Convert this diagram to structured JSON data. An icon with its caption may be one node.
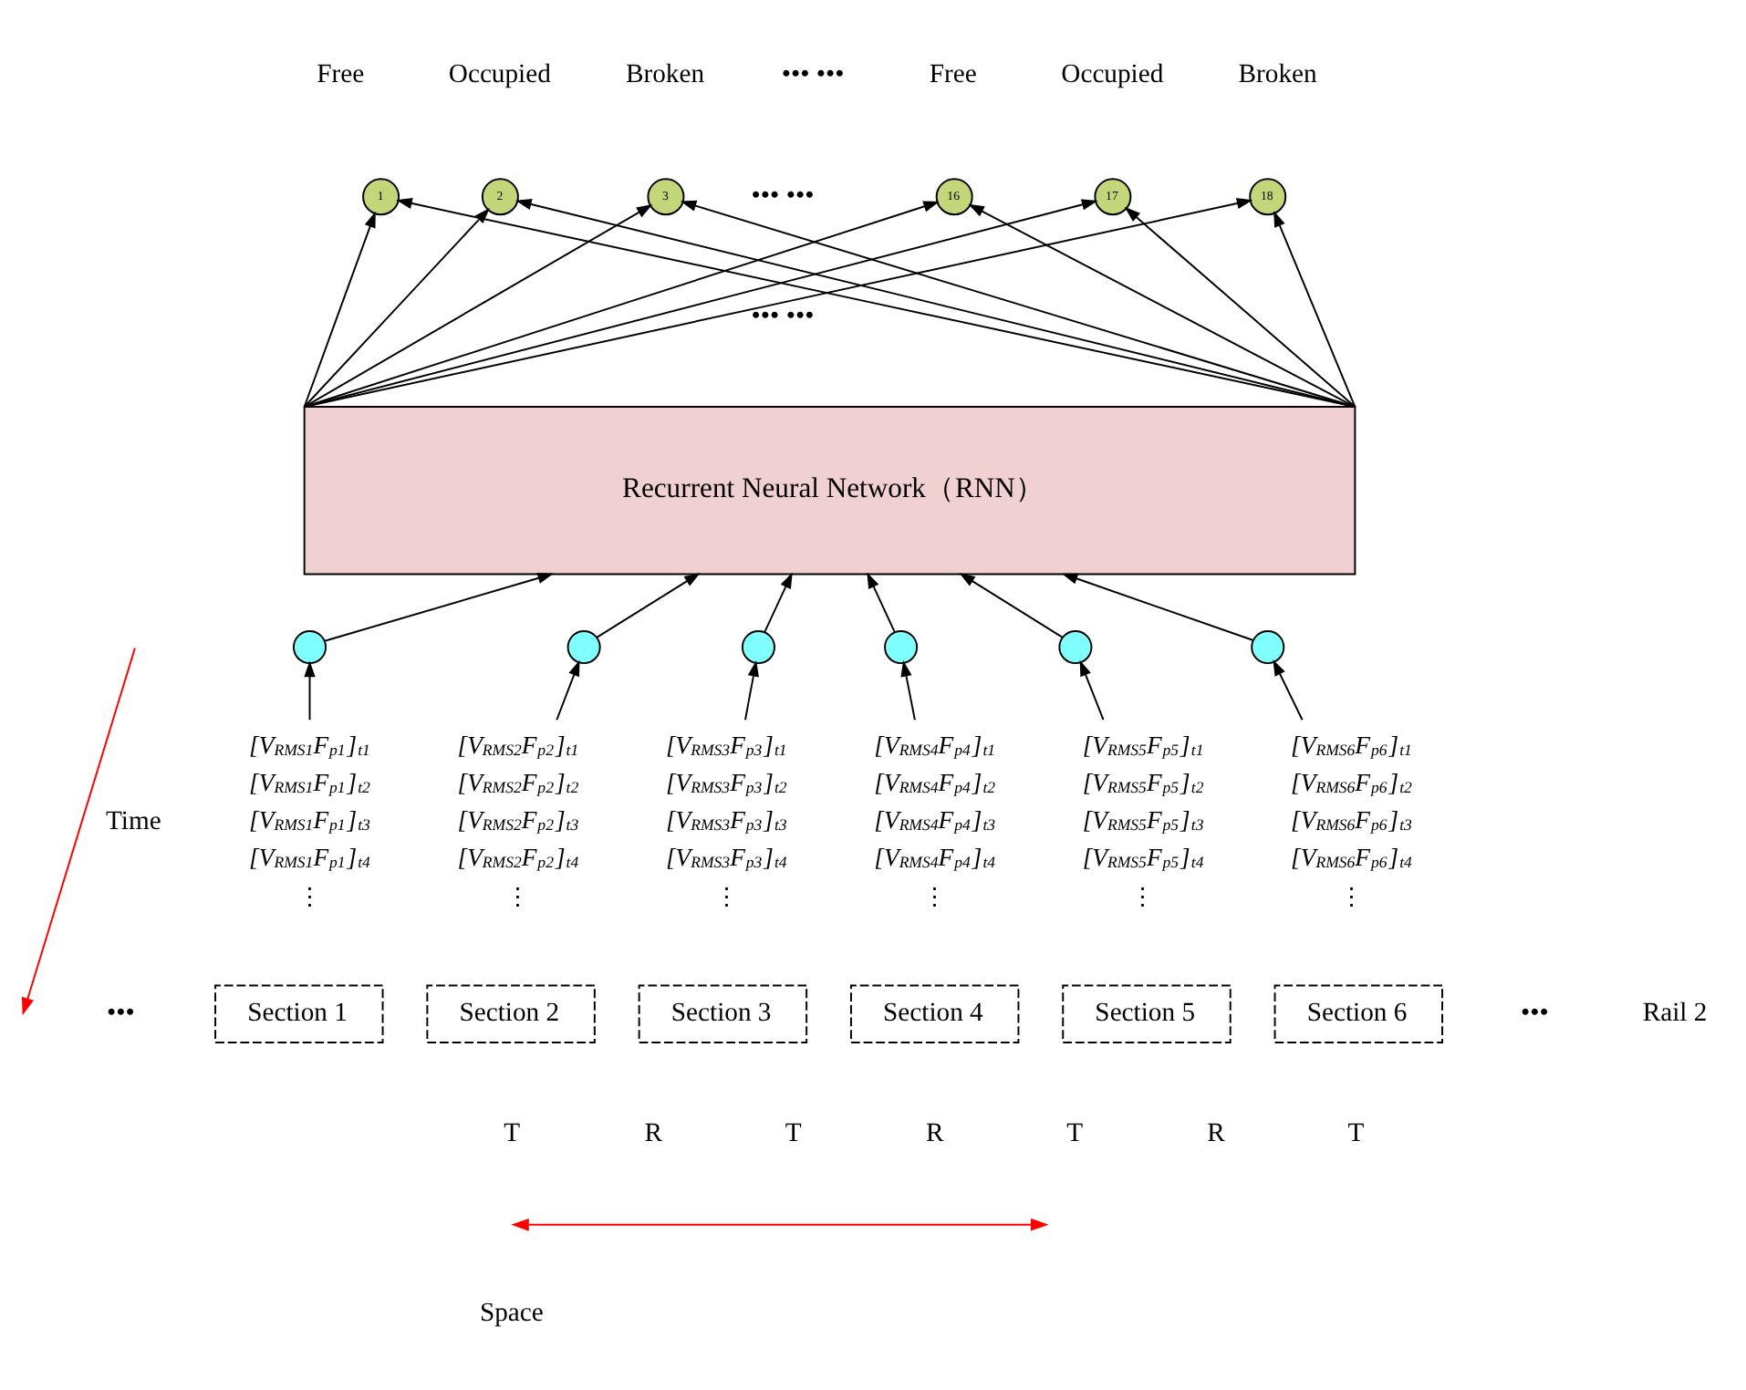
{
  "diagram": {
    "nodes": [
      {
        "text": [
          "1"
        ],
        "beside": [
          "Free"
        ]
      },
      {
        "text": [
          "2"
        ],
        "beside": [
          "Occupied"
        ]
      },
      {
        "text": [
          "3"
        ],
        "beside": [
          "Broken"
        ]
      },
      {
        "text": [
          "16"
        ],
        "beside": [
          "Free"
        ]
      },
      {
        "text": [
          "17"
        ],
        "beside": [
          "Occupied"
        ]
      },
      {
        "text": [
          "18"
        ],
        "beside": [
          "Broken"
        ]
      },
      {
        "text": [
          "Recurrent Neural Network（RNN）"
        ]
      },
      {
        "text": [],
        "shape": "circle"
      },
      {
        "text": [],
        "shape": "circle"
      },
      {
        "text": [],
        "shape": "circle"
      },
      {
        "text": [],
        "shape": "circle"
      },
      {
        "text": [],
        "shape": "circle"
      },
      {
        "text": [],
        "shape": "circle"
      },
      {
        "text": [
          "[V$_{RMS1}$F$_{p1}$]$_{t1}$",
          "[V$_{RMS1}$F$_{p1}$]$_{t2}$",
          "[V$_{RMS1}$F$_{p1}$]$_{t3}$",
          "[V$_{RMS1}$F$_{p1}$]$_{t4}$",
          "⋮"
        ]
      },
      {
        "text": [
          "[V$_{RMS2}$F$_{p2}$]$_{t1}$",
          "[V$_{RMS2}$F$_{p2}$]$_{t2}$",
          "[V$_{RMS2}$F$_{p2}$]$_{t3}$",
          "[V$_{RMS2}$F$_{p2}$]$_{t4}$",
          "⋮"
        ]
      },
      {
        "text": [
          "[V$_{RMS3}$F$_{p3}$]$_{t1}$",
          "[V$_{RMS3}$F$_{p3}$]$_{t2}$",
          "[V$_{RMS3}$F$_{p3}$]$_{t3}$",
          "[V$_{RMS3}$F$_{p3}$]$_{t4}$",
          "⋮"
        ]
      },
      {
        "text": [
          "[V$_{RMS4}$F$_{p4}$]$_{t1}$",
          "[V$_{RMS4}$F$_{p4}$]$_{t2}$",
          "[V$_{RMS4}$F$_{p4}$]$_{t3}$",
          "[V$_{RMS4}$F$_{p4}$]$_{t4}$",
          "⋮"
        ]
      },
      {
        "text": [
          "[V$_{RMS5}$F$_{p5}$]$_{t1}$",
          "[V$_{RMS5}$F$_{p5}$]$_{t2}$",
          "[V$_{RMS5}$F$_{p5}$]$_{t3}$",
          "[V$_{RMS5}$F$_{p5}$]$_{t4}$",
          "⋮"
        ]
      },
      {
        "text": [
          "[V$_{RMS6}$F$_{p6}$]$_{t1}$",
          "[V$_{RMS6}$F$_{p6}$]$_{t2}$",
          "[V$_{RMS6}$F$_{p6}$]$_{t3}$",
          "[V$_{RMS6}$F$_{p6}$]$_{t4}$",
          "⋮"
        ]
      },
      {
        "text": [
          "Section 1"
        ]
      },
      {
        "text": [
          "Section 2"
        ]
      },
      {
        "text": [
          "Section 3"
        ]
      },
      {
        "text": [
          "Section 4"
        ]
      },
      {
        "text": [
          "Section 5"
        ]
      },
      {
        "text": [
          "Section 6"
        ]
      }
    ],
    "edges": [
      {
        "from": 6,
        "to": 0,
        "arrow": "to"
      },
      {
        "from": 6,
        "to": 1,
        "arrow": "to"
      },
      {
        "from": 6,
        "to": 2,
        "arrow": "to"
      },
      {
        "from": 6,
        "to": 3,
        "arrow": "to"
      },
      {
        "from": 6,
        "to": 4,
        "arrow": "to"
      },
      {
        "from": 6,
        "to": 5,
        "arrow": "to"
      },
      {
        "from": 6,
        "to": 0,
        "arrow": "to"
      },
      {
        "from": 6,
        "to": 1,
        "arrow": "to"
      },
      {
        "from": 6,
        "to": 2,
        "arrow": "to"
      },
      {
        "from": 6,
        "to": 3,
        "arrow": "to"
      },
      {
        "from": 6,
        "to": 4,
        "arrow": "to"
      },
      {
        "from": 6,
        "to": 5,
        "arrow": "to"
      },
      {
        "from": 7,
        "to": 6,
        "arrow": "to"
      },
      {
        "from": 8,
        "to": 6,
        "arrow": "to"
      },
      {
        "from": 9,
        "to": 6,
        "arrow": "to"
      },
      {
        "from": 10,
        "to": 6,
        "arrow": "to"
      },
      {
        "from": 11,
        "to": 6,
        "arrow": "to"
      },
      {
        "from": 12,
        "to": 6,
        "arrow": "to"
      },
      {
        "from": 13,
        "to": 7,
        "arrow": "to"
      },
      {
        "from": 14,
        "to": 8,
        "arrow": "to"
      },
      {
        "from": 15,
        "to": 9,
        "arrow": "to"
      },
      {
        "from": 16,
        "to": 10,
        "arrow": "to"
      },
      {
        "from": 17,
        "to": 11,
        "arrow": "to"
      },
      {
        "from": 18,
        "to": 12,
        "arrow": "to"
      }
    ],
    "labels": [
      "••• •••",
      "••• •••",
      "••• •••",
      "Time",
      "•••",
      "•••",
      "Rail 2",
      "T",
      "R",
      "T",
      "R",
      "T",
      "R",
      "T",
      "Space"
    ]
  }
}
